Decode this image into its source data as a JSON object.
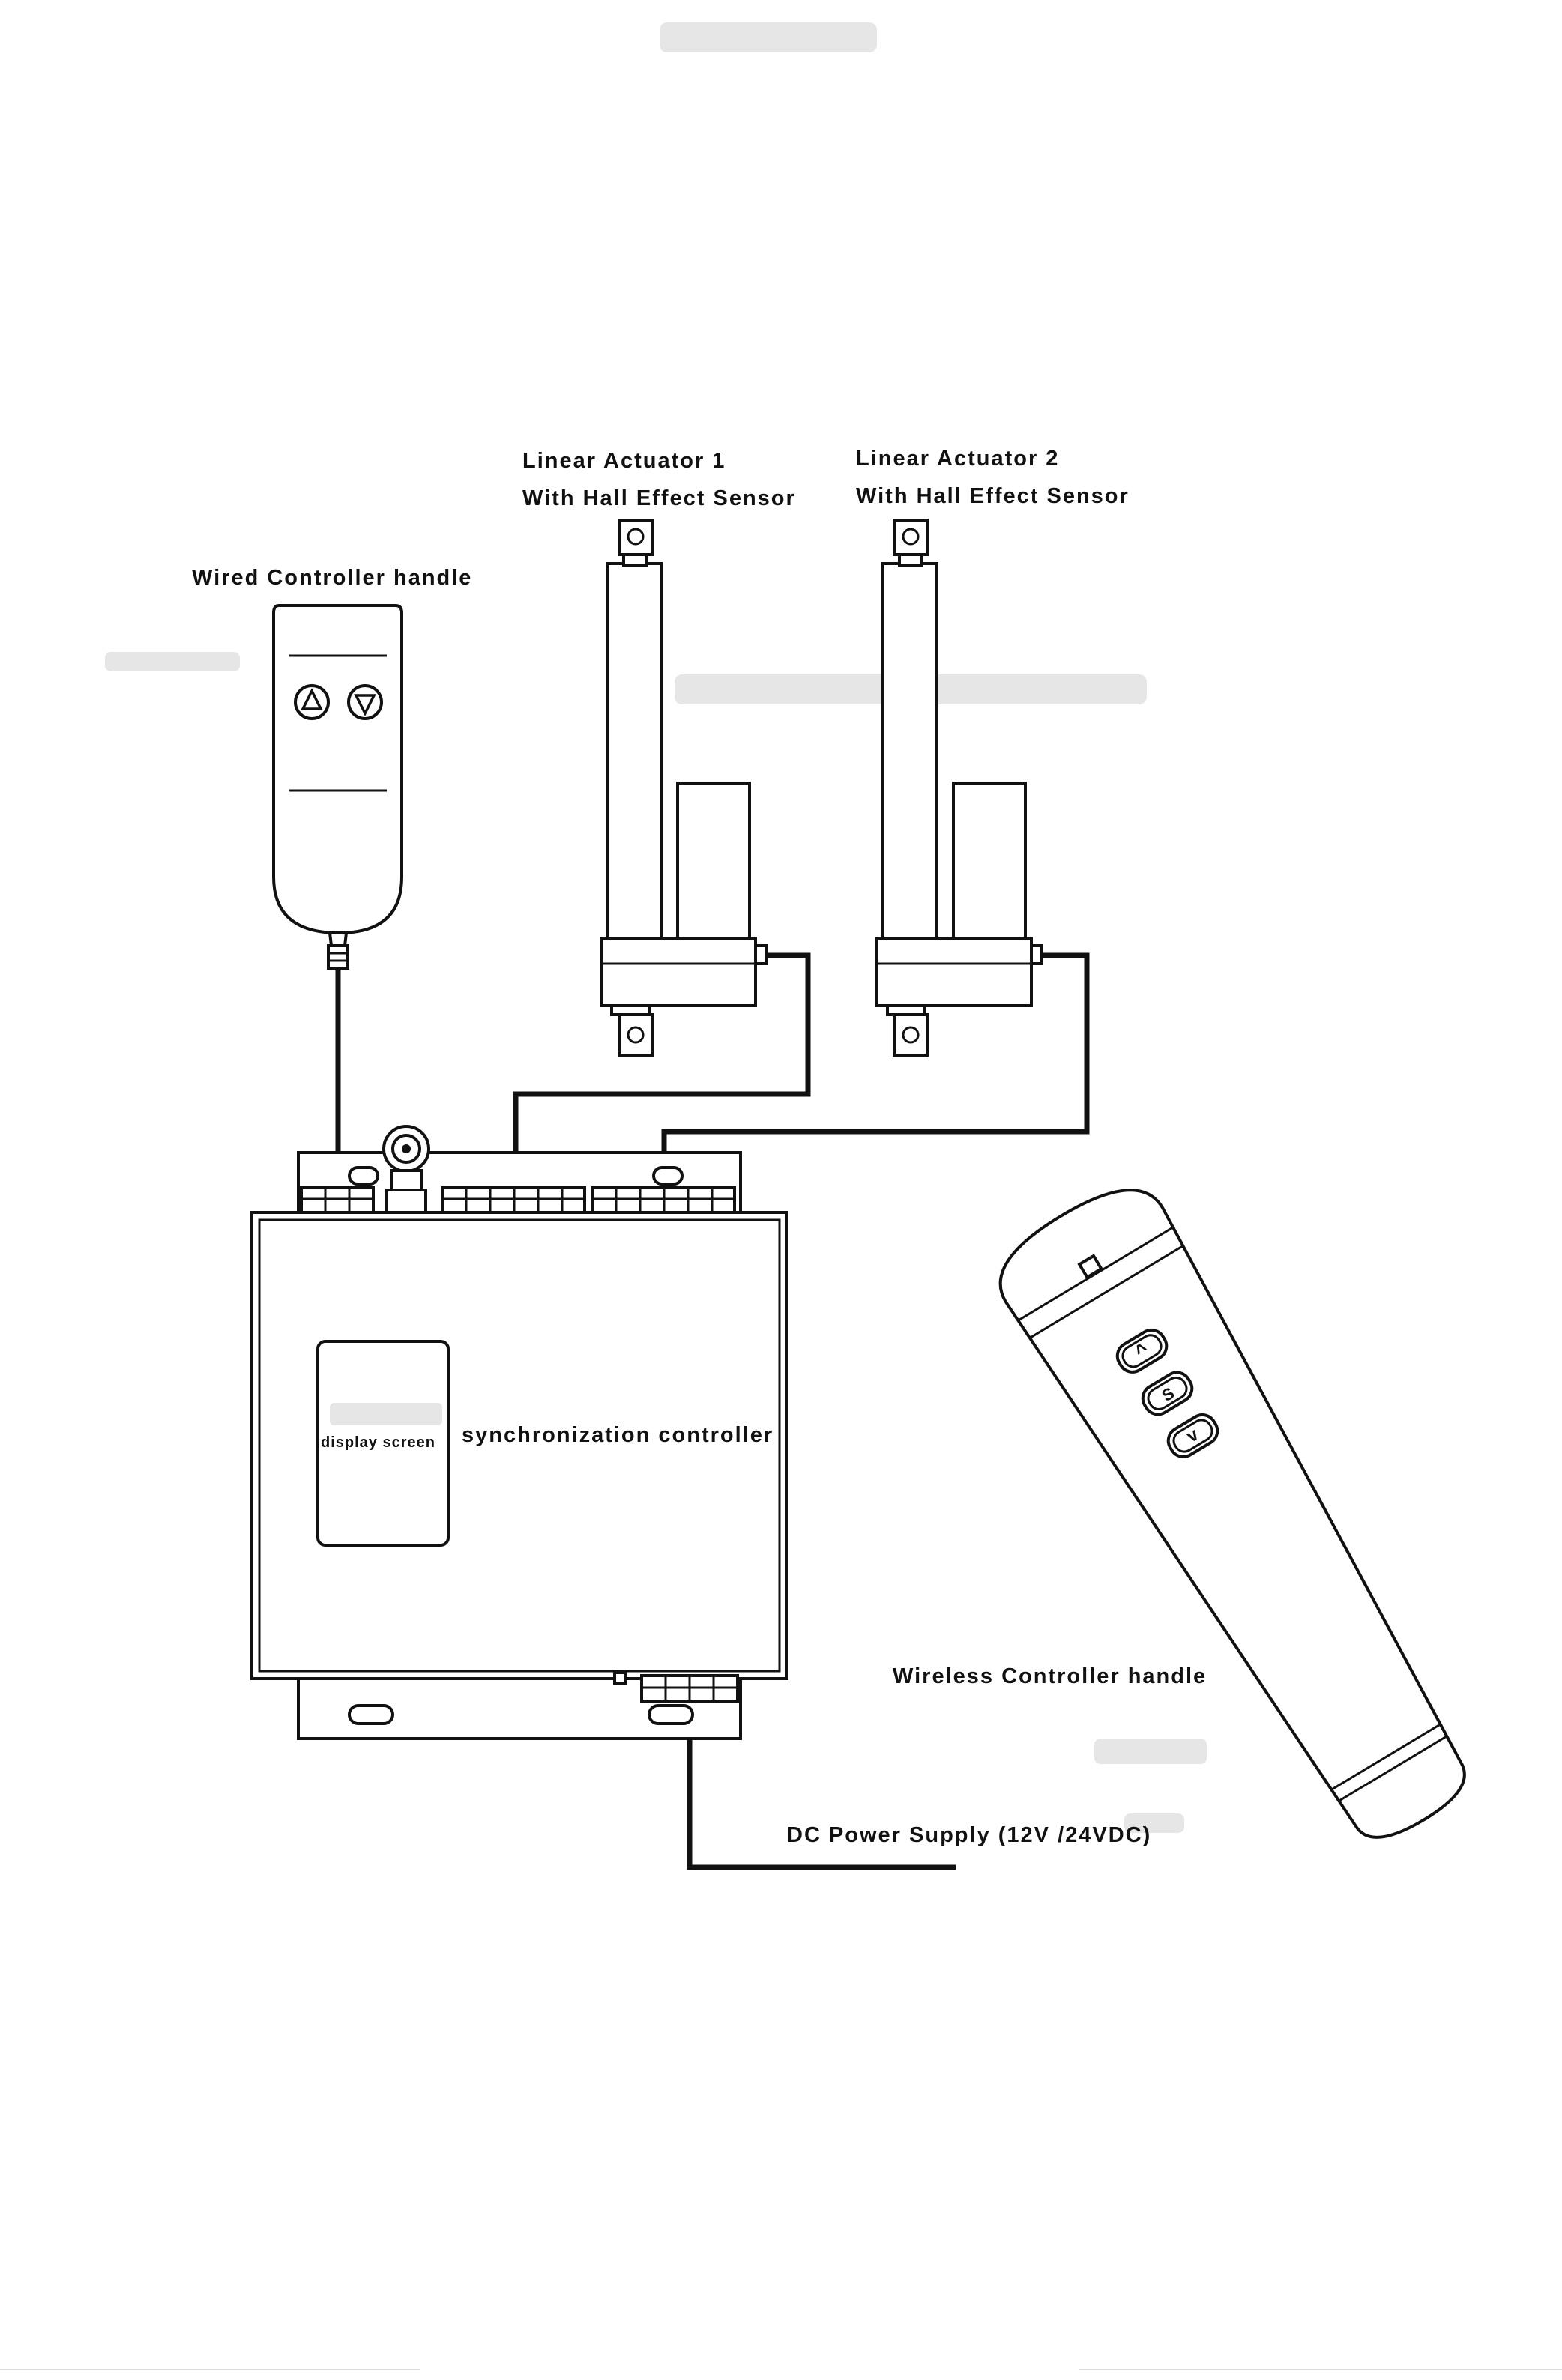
{
  "labels": {
    "actuator1_line1": "Linear Actuator 1",
    "actuator1_line2": "With Hall Effect Sensor",
    "actuator2_line1": "Linear Actuator 2",
    "actuator2_line2": "With Hall Effect Sensor",
    "wired_handle": "Wired Controller handle",
    "display_screen": "display screen",
    "sync_controller": "synchronization controller",
    "wireless_handle": "Wireless Controller handle",
    "power_supply": "DC Power Supply (12V /24VDC)"
  },
  "wireless_buttons": {
    "up": "^",
    "stop": "S",
    "down": "v"
  },
  "colors": {
    "line": "#111111",
    "background": "#ffffff"
  }
}
